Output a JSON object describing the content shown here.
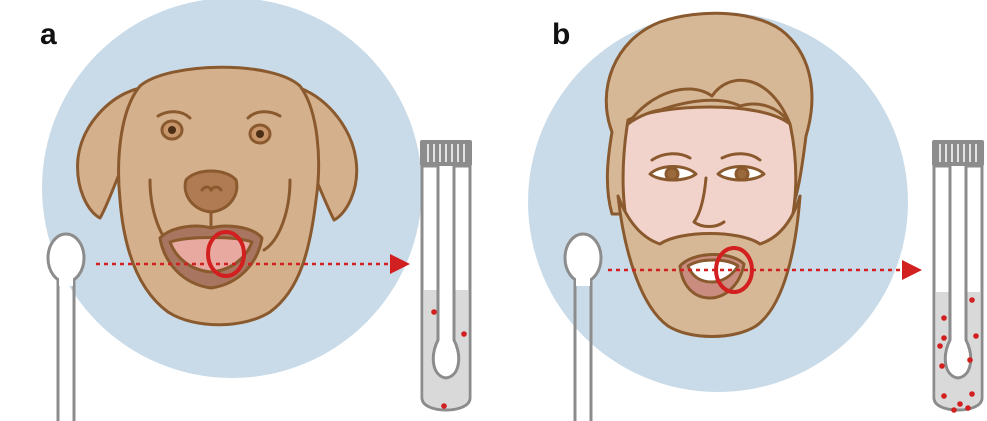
{
  "panels": [
    {
      "label": "a",
      "subject": "dog",
      "swab_particles": 3
    },
    {
      "label": "b",
      "subject": "human",
      "swab_particles": 12
    }
  ],
  "colors": {
    "circle_bg": "#c9dbe8",
    "dog_fur": "#d4b08c",
    "outline": "#8a5a2e",
    "skin": "#f2d3cc",
    "hair": "#d7b896",
    "highlight_red": "#d21f1f",
    "tube_liquid": "#d9d9d9",
    "tube_cap": "#8c8c8c"
  }
}
